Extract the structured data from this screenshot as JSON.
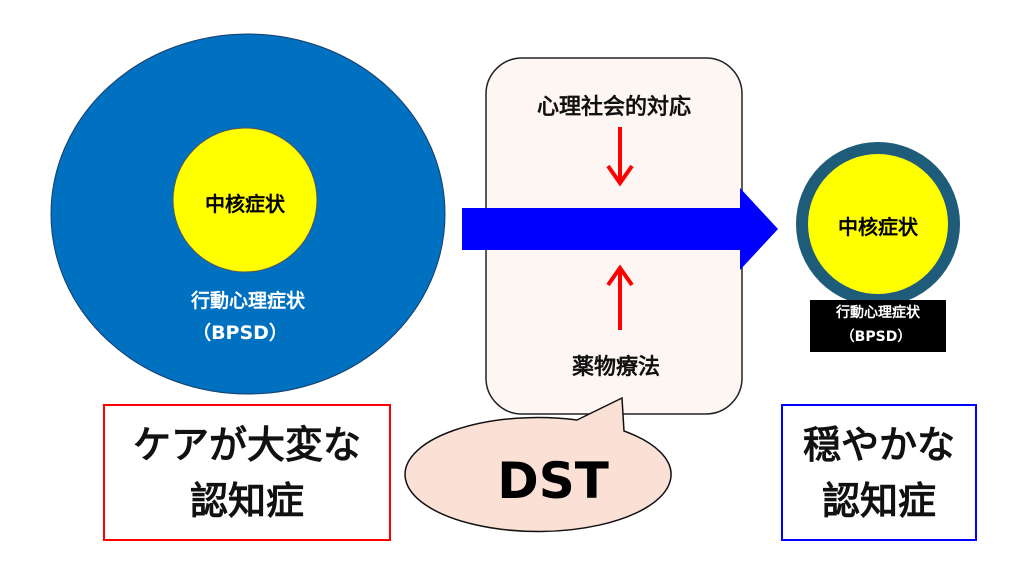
{
  "left": {
    "core": "中核症状",
    "bpsd_line1": "行動心理症状",
    "bpsd_line2": "（BPSD）",
    "caption_line1": "ケアが大変な",
    "caption_line2": "認知症"
  },
  "middle": {
    "top": "心理社会的対応",
    "bottom": "薬物療法",
    "bubble": "DST"
  },
  "right": {
    "core": "中核症状",
    "bpsd_line1": "行動心理症状",
    "bpsd_line2": "（BPSD）",
    "caption_line1": "穏やかな",
    "caption_line2": "認知症"
  },
  "colors": {
    "blue_circle": "#0070c0",
    "yellow": "#ffff00",
    "arrow_blue": "#0000ff",
    "arrow_red": "#ff0000",
    "ring": "#1f5c7a",
    "bubble": "#fbe1d5",
    "box_fill": "#fdf6f3"
  }
}
